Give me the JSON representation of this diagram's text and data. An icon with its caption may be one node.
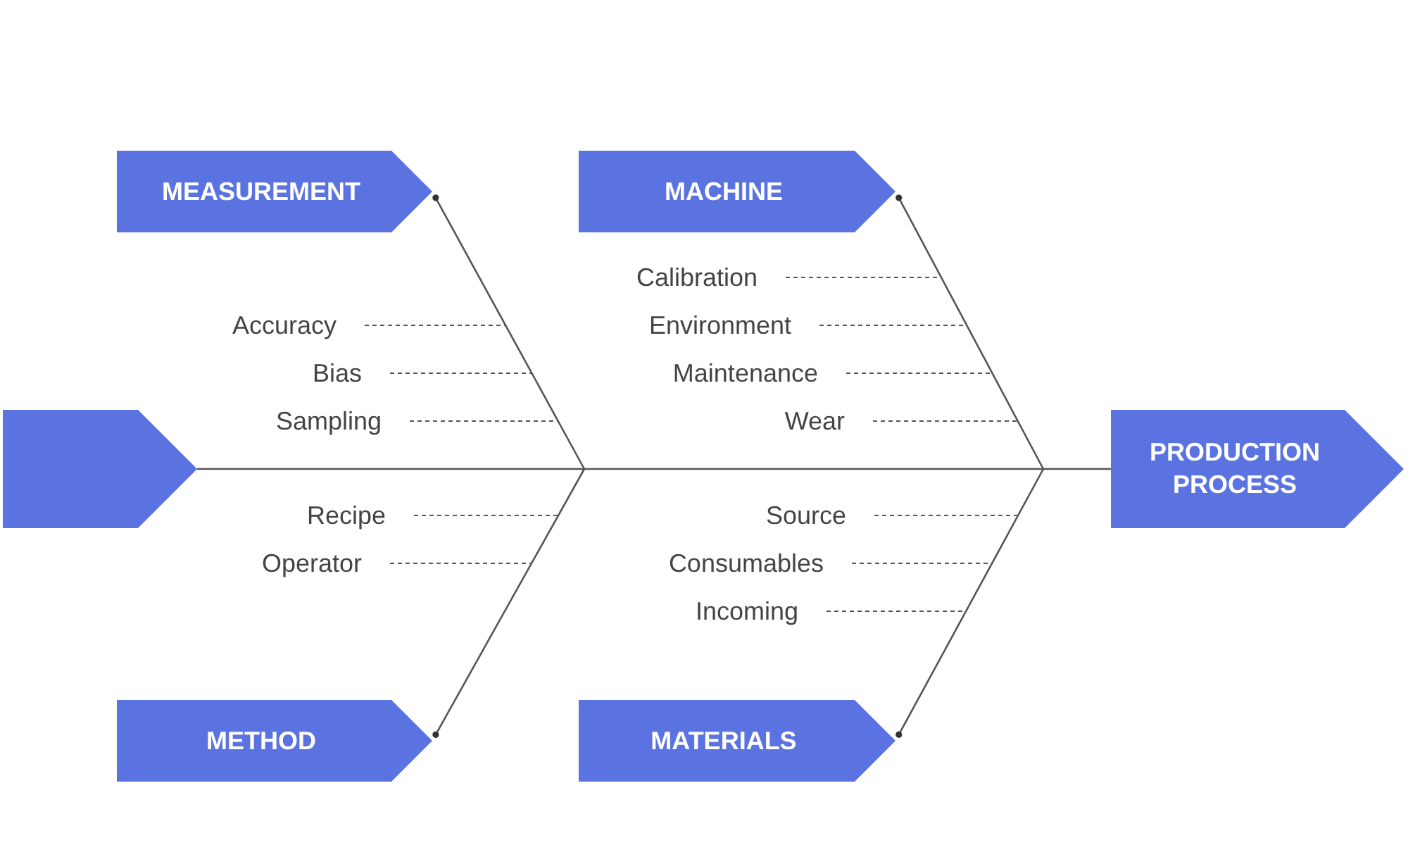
{
  "diagram": {
    "nodes": [
      {
        "text": [
          "MEASUREMENT"
        ]
      },
      {
        "text": [
          "MACHINE"
        ]
      },
      {
        "text": [
          "Calibration"
        ]
      },
      {
        "text": [
          "Accuracy"
        ]
      },
      {
        "text": [
          "Environment"
        ]
      },
      {
        "text": [
          "Bias"
        ]
      },
      {
        "text": [
          "Maintenance"
        ]
      },
      {
        "text": [
          "Sampling"
        ]
      },
      {
        "text": [
          "Wear"
        ]
      },
      {
        "text": [],
        "shape": "pentagon"
      },
      {
        "text": [
          "PRODUCTION PROCESS"
        ]
      },
      {
        "text": [
          "Recipe"
        ]
      },
      {
        "text": [
          "Source"
        ]
      },
      {
        "text": [
          "Operator"
        ]
      },
      {
        "text": [
          "Consumables"
        ]
      },
      {
        "text": [
          "Incoming"
        ]
      },
      {
        "text": [
          "METHOD"
        ]
      },
      {
        "text": [
          "MATERIALS"
        ]
      }
    ],
    "edges": [
      {
        "from": 9,
        "to": 10,
        "arrow": "none"
      },
      {
        "from": null,
        "to": 0,
        "arrow": "other"
      },
      {
        "from": null,
        "to": 16,
        "arrow": "other"
      },
      {
        "from": null,
        "to": 1,
        "arrow": "other"
      },
      {
        "from": null,
        "to": 17,
        "arrow": "other"
      },
      {
        "from": 2,
        "to": null,
        "arrow": "none",
        "style": "dashed"
      },
      {
        "from": 3,
        "to": null,
        "arrow": "none",
        "style": "dashed"
      },
      {
        "from": 4,
        "to": null,
        "arrow": "none",
        "style": "dashed"
      },
      {
        "from": 5,
        "to": null,
        "arrow": "none",
        "style": "dashed"
      },
      {
        "from": 6,
        "to": null,
        "arrow": "none",
        "style": "dashed"
      },
      {
        "from": 7,
        "to": null,
        "arrow": "none",
        "style": "dashed"
      },
      {
        "from": 8,
        "to": null,
        "arrow": "none",
        "style": "dashed"
      },
      {
        "from": 11,
        "to": null,
        "arrow": "none",
        "style": "dashed"
      },
      {
        "from": 12,
        "to": null,
        "arrow": "none",
        "style": "dashed"
      },
      {
        "from": 13,
        "to": null,
        "arrow": "none",
        "style": "dashed"
      },
      {
        "from": 14,
        "to": null,
        "arrow": "none",
        "style": "dashed"
      },
      {
        "from": 15,
        "to": null,
        "arrow": "none",
        "style": "dashed"
      }
    ]
  }
}
